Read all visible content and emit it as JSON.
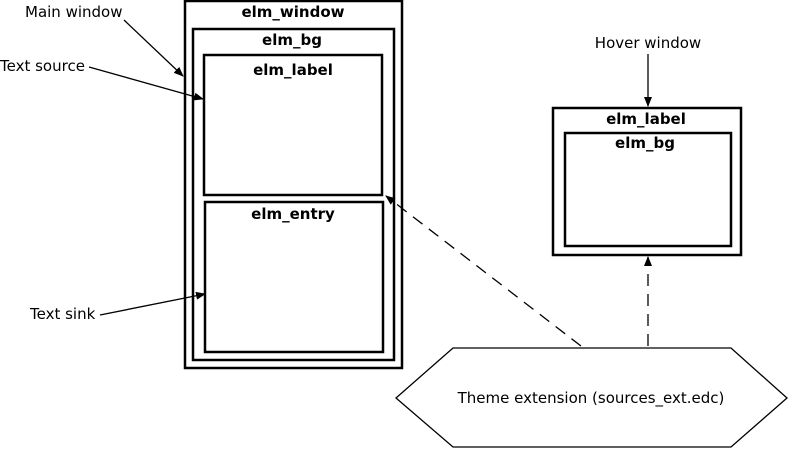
{
  "main_window": {
    "title": "elm_window",
    "bg_title": "elm_bg",
    "label_title": "elm_label",
    "entry_title": "elm_entry"
  },
  "hover_window": {
    "title": "elm_label",
    "inner_title": "elm_bg"
  },
  "callouts": {
    "main_window": "Main window",
    "text_source": "Text source",
    "text_sink": "Text sink",
    "hover_window": "Hover window"
  },
  "theme_extension": {
    "label": "Theme extension (sources_ext.edc)"
  }
}
